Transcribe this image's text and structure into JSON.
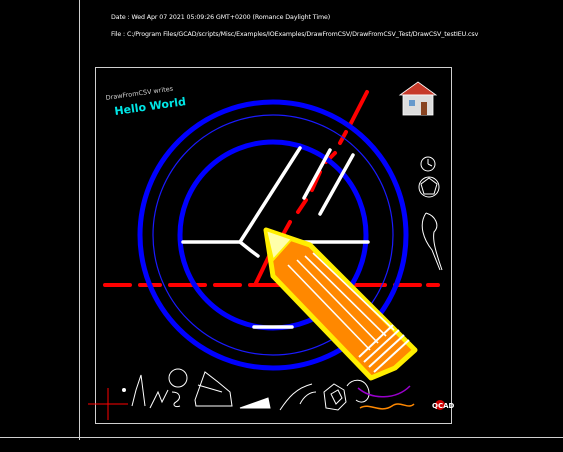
{
  "header": {
    "date_line": "Date : Wed Apr 07 2021 05:09:26 GMT+0200 (Romance Daylight Time)",
    "file_line": "File : C:/Program Files/GCAD/scripts/Misc/Examples/IOExamples/DrawFromCSV/DrawFromCSV_Test/DrawCSV_testIEU.csv"
  },
  "drawing": {
    "subtitle": "DrawFromCSV writes",
    "title": "Hello World",
    "logo": "QCAD"
  },
  "colors": {
    "background": "#000000",
    "frame": "#cfcfcf",
    "circle": "#0000ff",
    "centerline": "#ff0000",
    "road": "#ffffff",
    "pencil_outline": "#ffee00",
    "pencil_body": "#ff8800",
    "title_text": "#00e5e5",
    "swoosh": "#9900cc"
  },
  "icons": [
    "house-icon",
    "clock-icon",
    "polygon-icon",
    "horn-icon",
    "pencil-icon",
    "crosshair-icon"
  ]
}
